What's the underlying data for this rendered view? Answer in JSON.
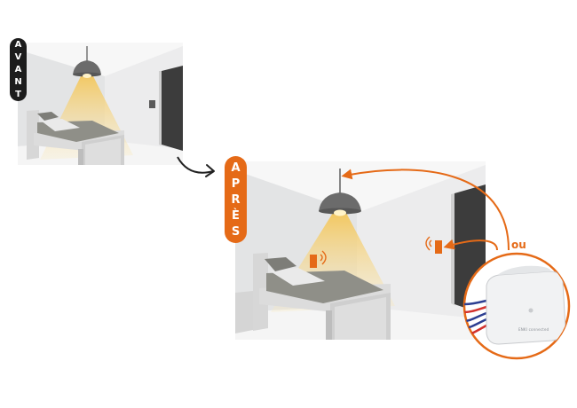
{
  "labels": {
    "before": [
      "A",
      "V",
      "A",
      "N",
      "T"
    ],
    "after": [
      "A",
      "P",
      "R",
      "È",
      "S"
    ],
    "or": "ou"
  },
  "module": {
    "brand": "ENKI  connected"
  },
  "colors": {
    "accent_orange": "#e56a17",
    "label_dark": "#1c1c1c",
    "wall": "#e9eaeb",
    "floor": "#f4f4f4",
    "light_beam": "#f6d27a",
    "door": "#3c3c3c",
    "bed_frame": "#d2d2d2",
    "bed_blanket": "#9a9a92"
  },
  "icons": {
    "before_switch": "wall-switch-icon",
    "after_switch": "wireless-switch-icon",
    "module": "micromodule-icon",
    "flow": "curved-arrow-icon"
  }
}
